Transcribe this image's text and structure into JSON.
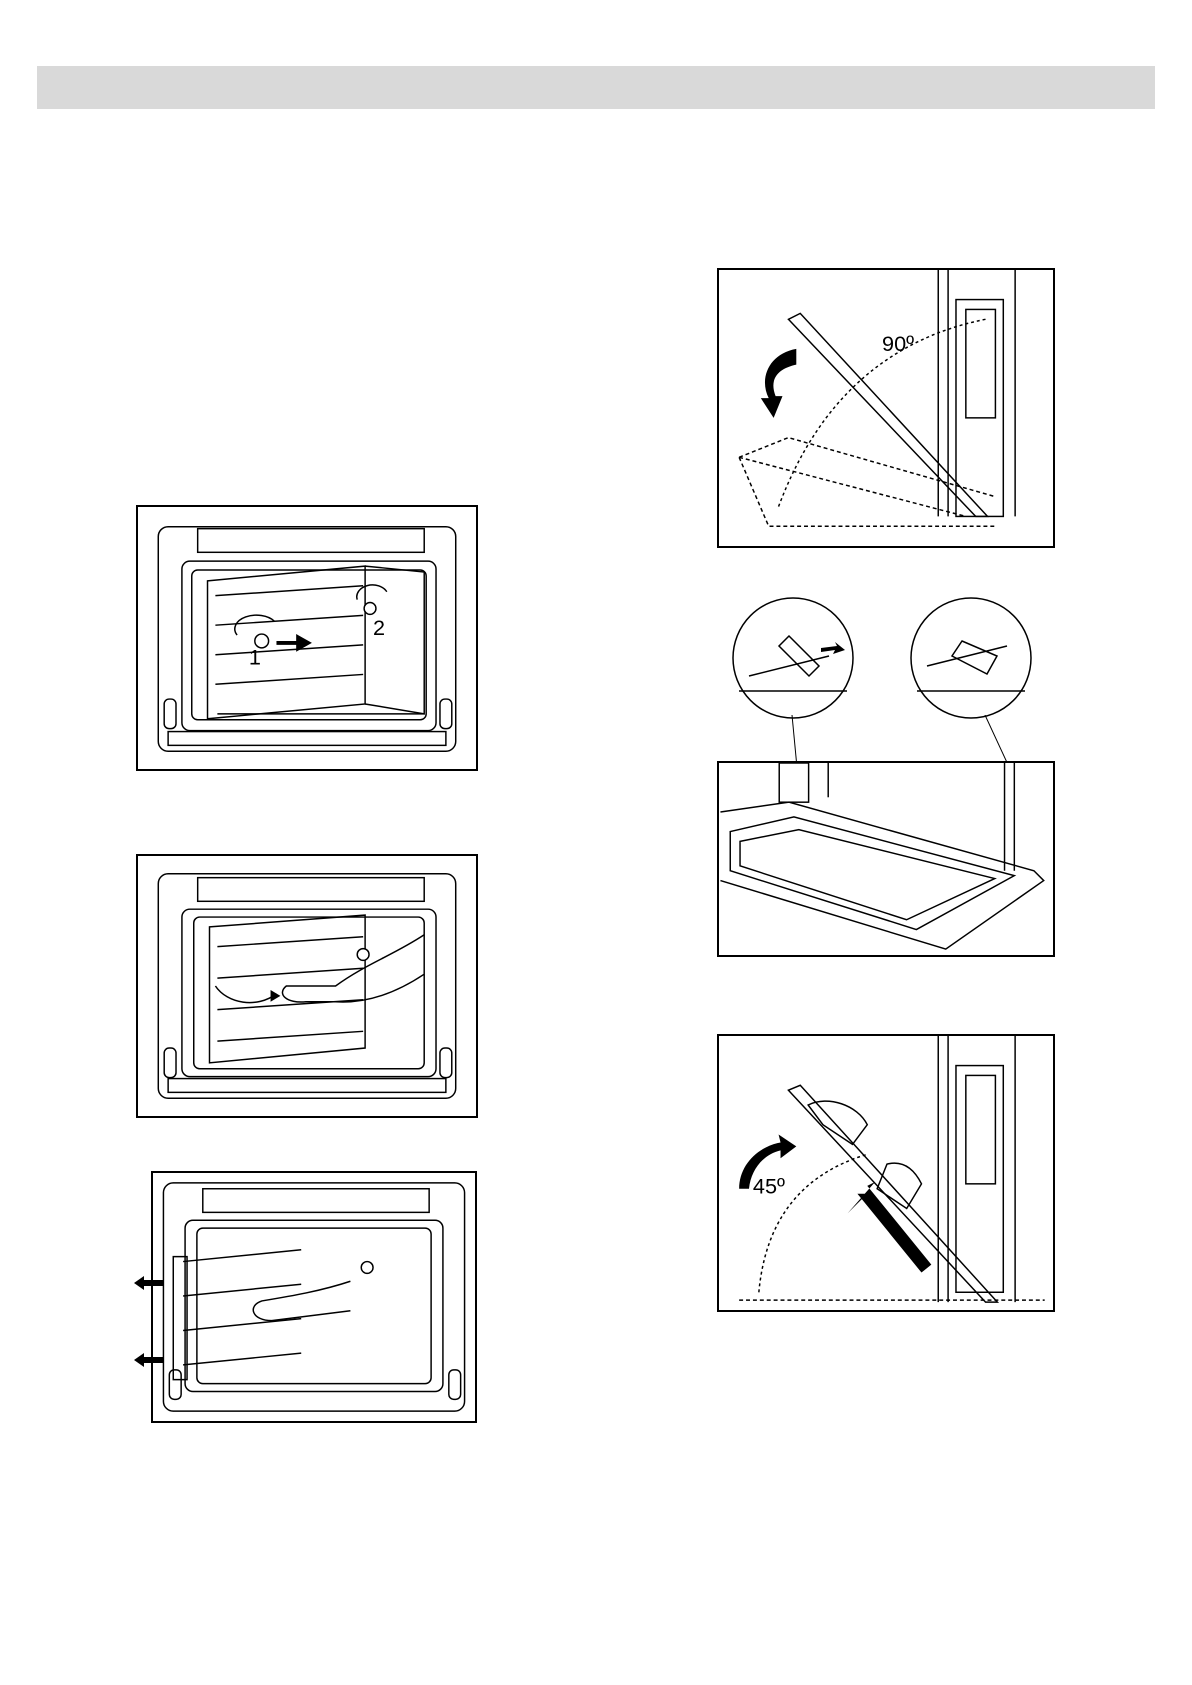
{
  "figures": {
    "rack_step1": {
      "label_1": "1",
      "label_2": "2"
    },
    "door_open": {
      "angle": "90º"
    },
    "door_reinsert": {
      "angle": "45º"
    }
  },
  "colors": {
    "header_bar": "#d9d9d9",
    "line": "#000000"
  }
}
